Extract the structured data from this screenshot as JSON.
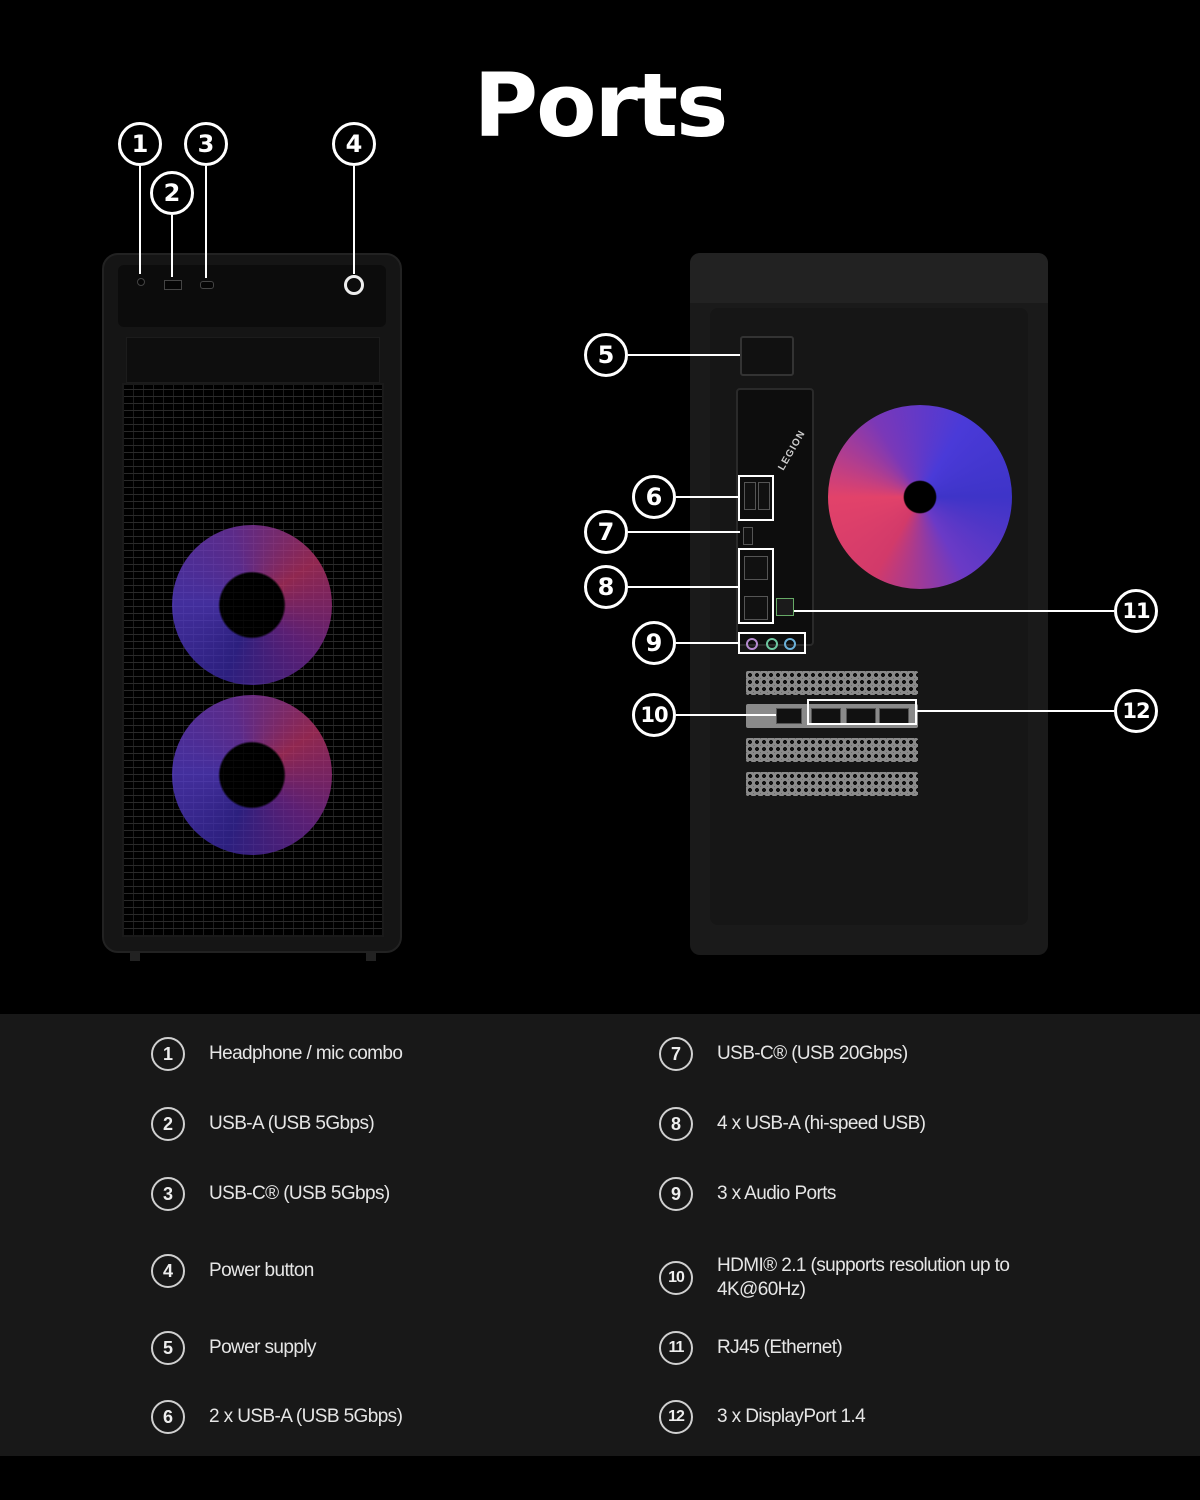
{
  "header": {
    "title": "Ports"
  },
  "colors": {
    "background": "#000000",
    "panel": "#181818",
    "text": "#e6e6e6",
    "fan_blue": "#4a3ad8",
    "fan_red": "#e2426a"
  },
  "callouts": [
    "1",
    "2",
    "3",
    "4",
    "5",
    "6",
    "7",
    "8",
    "9",
    "10",
    "11",
    "12"
  ],
  "specs": {
    "left": [
      {
        "num": "1",
        "label": "Headphone / mic combo"
      },
      {
        "num": "2",
        "label": "USB-A (USB 5Gbps)"
      },
      {
        "num": "3",
        "label": "USB-C® (USB 5Gbps)"
      },
      {
        "num": "4",
        "label": "Power button"
      },
      {
        "num": "5",
        "label": "Power supply"
      },
      {
        "num": "6",
        "label": "2 x USB-A (USB 5Gbps)"
      }
    ],
    "right": [
      {
        "num": "7",
        "label": "USB-C® (USB 20Gbps)"
      },
      {
        "num": "8",
        "label": "4 x USB-A (hi-speed USB)"
      },
      {
        "num": "9",
        "label": "3 x Audio Ports"
      },
      {
        "num": "10",
        "label": "HDMI® 2.1 (supports resolution up to 4K@60Hz)"
      },
      {
        "num": "11",
        "label": "RJ45 (Ethernet)"
      },
      {
        "num": "12",
        "label": "3 x DisplayPort 1.4"
      }
    ]
  },
  "case": {
    "rear_logo": "LEGION"
  }
}
